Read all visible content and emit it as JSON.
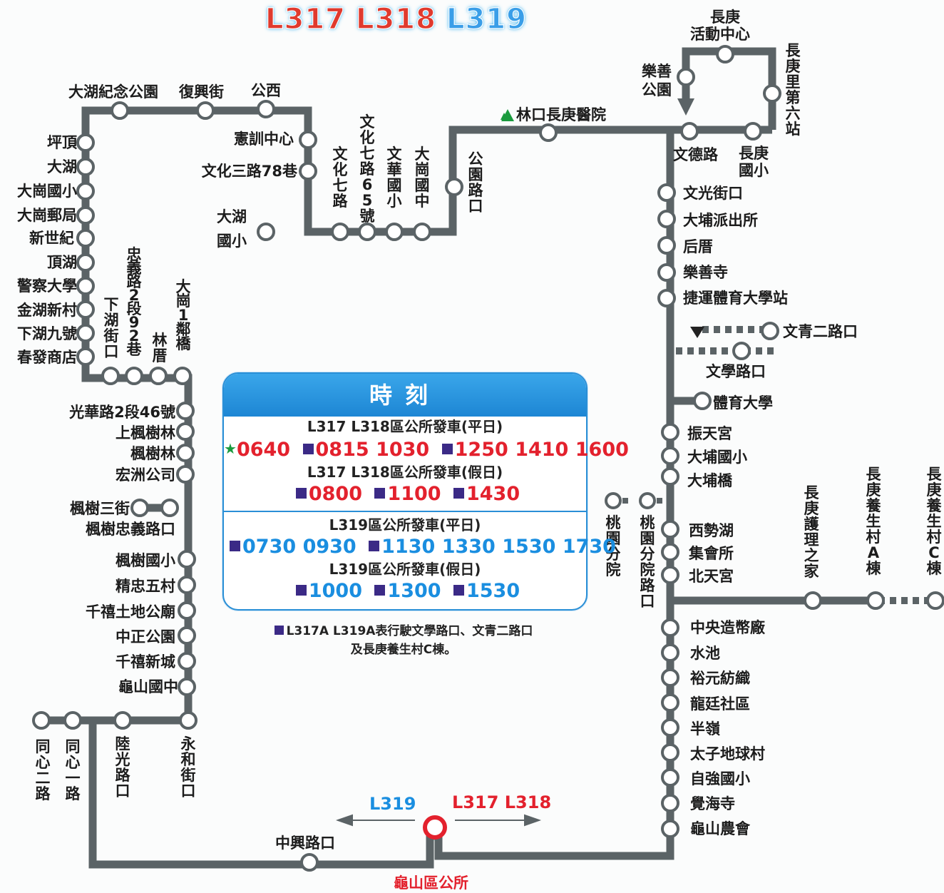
{
  "title": {
    "routes": [
      "L317",
      "L318",
      "L319"
    ]
  },
  "colors": {
    "line": "#5b6366",
    "route_red": "#e3212d",
    "route_blue": "#1a8ee0",
    "accent": "#2a8fd6",
    "special_marker": "#3b2a86",
    "landmark": "#1a9a3e"
  },
  "stops": {
    "dahu_park": "大湖紀念公園",
    "fuxing": "復興街",
    "gongxi": "公西",
    "xianxun": "憲訓中心",
    "wenhua3": "文化三路78巷",
    "dahu_school_l1": "大湖",
    "dahu_school_l2": "國小",
    "wenhua7": "文化七路",
    "wenhua7_65": "文化七路65號",
    "wenhua_es": "文華國小",
    "dagang_ms": "大崗國中",
    "park_rd": "公園路口",
    "cgmh": "林口長庚醫院",
    "act_center_l1": "長庚",
    "act_center_l2": "活動中心",
    "leshan_park_l1": "樂善",
    "leshan_park_l2": "公園",
    "station6": "長庚里第六站",
    "wende": "文德路",
    "cg_es_l1": "長庚",
    "cg_es_l2": "國小",
    "wenguang": "文光街口",
    "dapu_police": "大埔派出所",
    "houcuo": "后厝",
    "leshan_temple": "樂善寺",
    "mrt_ntsu": "捷運體育大學站",
    "wenqing2": "文青二路口",
    "wenxue": "文學路口",
    "ntsu": "體育大學",
    "zhentian": "振天宮",
    "dapu_es": "大埔國小",
    "dapu_bridge": "大埔橋",
    "ty_branch": "桃園分院",
    "ty_branch_rd": "桃園分院路口",
    "xishihu": "西勢湖",
    "jihui": "集會所",
    "beitian": "北天宮",
    "nursing": "長庚護理之家",
    "cg_a": "長庚養生村A棟",
    "cg_c": "長庚養生村C棟",
    "mint": "中央造幣廠",
    "shuichi": "水池",
    "yuyuan": "裕元紡織",
    "longting": "龍廷社區",
    "banling": "半嶺",
    "taizi": "太子地球村",
    "ziqiang": "自強國小",
    "juehai": "覺海寺",
    "guishan_farm": "龜山農會",
    "hub": "龜山區公所",
    "zhongxing": "中興路口",
    "tongxin2": "同心二路",
    "tongxin1": "同心一路",
    "luguang": "陸光路口",
    "yonghe": "永和街口",
    "pingding": "坪頂",
    "dahu": "大湖",
    "dagang_es": "大崗國小",
    "dagang_po": "大崗郵局",
    "xinshiji": "新世紀",
    "dinghu": "頂湖",
    "police_univ": "警察大學",
    "jinhu": "金湖新村",
    "xiahu9": "下湖九號",
    "chunfa": "春發商店",
    "xiahu_st": "下湖街口",
    "zhongyi92": "忠義路2段92巷",
    "lincuo": "林厝",
    "dagang1": "大崗1鄰橋",
    "guanghua": "光華路2段46號",
    "shangfengshulin": "上楓樹林",
    "fengshulin": "楓樹林",
    "hongzhou": "宏洲公司",
    "fengshu3": "楓樹三街",
    "fengshu_zhongyi": "楓樹忠義路口",
    "fengshu_es": "楓樹國小",
    "jingzhong5": "精忠五村",
    "qianxi_temple": "千禧土地公廟",
    "zhongzheng_park": "中正公園",
    "qianxi_city": "千禧新城",
    "guishan_ms": "龜山國中"
  },
  "directions": {
    "left": "L319",
    "right": "L317 L318"
  },
  "schedule": {
    "header": "時刻",
    "sections": [
      {
        "title": "L317 L318區公所發車(平日)",
        "color": "red",
        "times": [
          {
            "t": "0640",
            "mark": "star"
          },
          {
            "t": "0815",
            "mark": "sq"
          },
          {
            "t": "1030",
            "mark": ""
          },
          {
            "t": "1250",
            "mark": "sq"
          },
          {
            "t": "1410",
            "mark": ""
          },
          {
            "t": "1600",
            "mark": ""
          }
        ]
      },
      {
        "title": "L317 L318區公所發車(假日)",
        "color": "red",
        "times": [
          {
            "t": "0800",
            "mark": "sq"
          },
          {
            "t": "1100",
            "mark": "sq"
          },
          {
            "t": "1430",
            "mark": "sq"
          }
        ]
      },
      {
        "title": "L319區公所發車(平日)",
        "color": "blue",
        "times": [
          {
            "t": "0730",
            "mark": "sq"
          },
          {
            "t": "0930",
            "mark": ""
          },
          {
            "t": "1130",
            "mark": "sq"
          },
          {
            "t": "1330",
            "mark": ""
          },
          {
            "t": "1530",
            "mark": ""
          },
          {
            "t": "1730",
            "mark": ""
          }
        ]
      },
      {
        "title": "L319區公所發車(假日)",
        "color": "blue",
        "times": [
          {
            "t": "1000",
            "mark": "sq"
          },
          {
            "t": "1300",
            "mark": "sq"
          },
          {
            "t": "1530",
            "mark": "sq"
          }
        ]
      }
    ],
    "note_line1": "L317A L319A表行駛文學路口、文青二路口",
    "note_line2": "及長庚養生村C棟。"
  }
}
